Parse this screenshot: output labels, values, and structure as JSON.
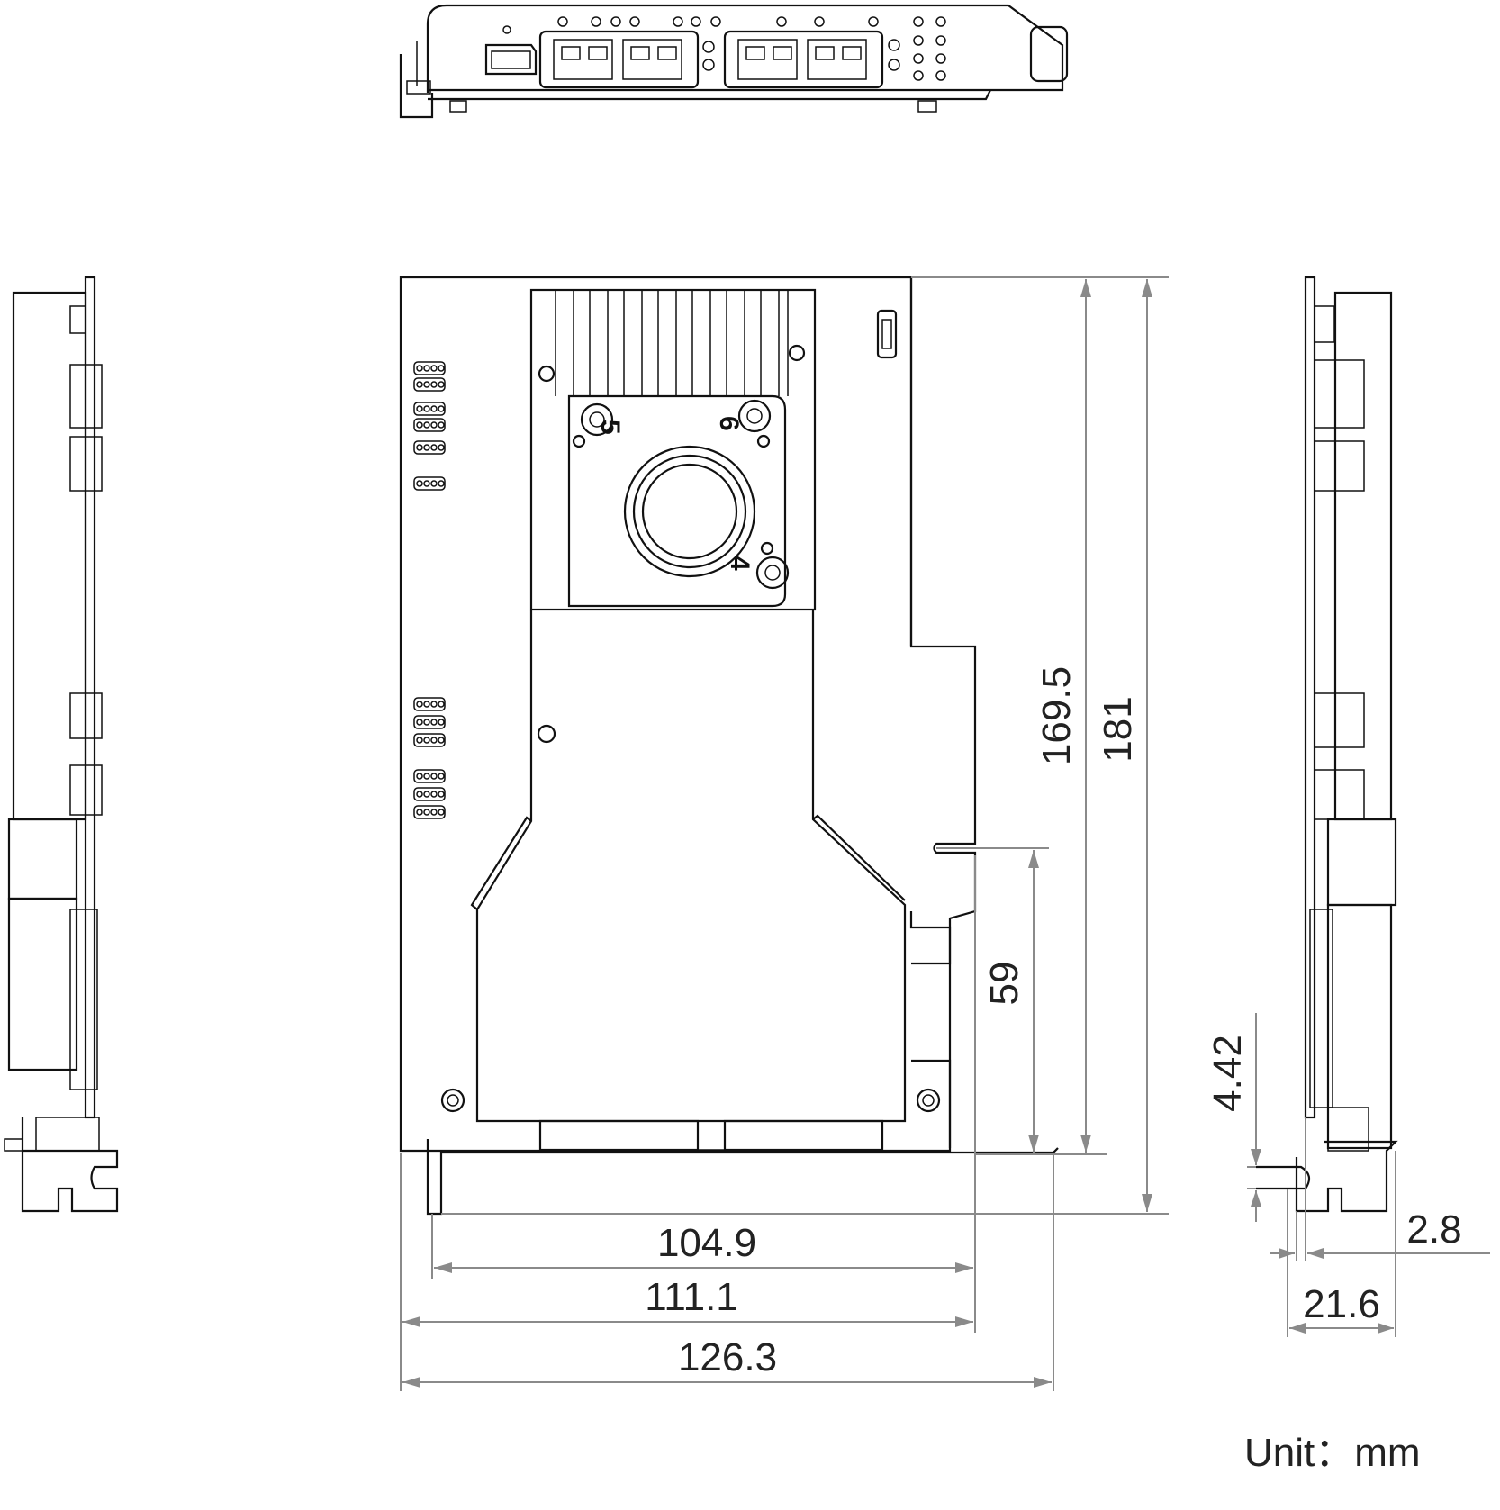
{
  "drawing": {
    "unit_label": "Unit：mm",
    "dimensions": {
      "height_169_5": "169.5",
      "height_181": "181",
      "height_59": "59",
      "width_104_9": "104.9",
      "width_111_1": "111.1",
      "width_126_3": "126.3",
      "thickness_4_42": "4.42",
      "thickness_2_8": "2.8",
      "thickness_21_6": "21.6"
    },
    "connector_labels": {
      "c4": "4",
      "c5": "5",
      "c6": "6"
    }
  }
}
